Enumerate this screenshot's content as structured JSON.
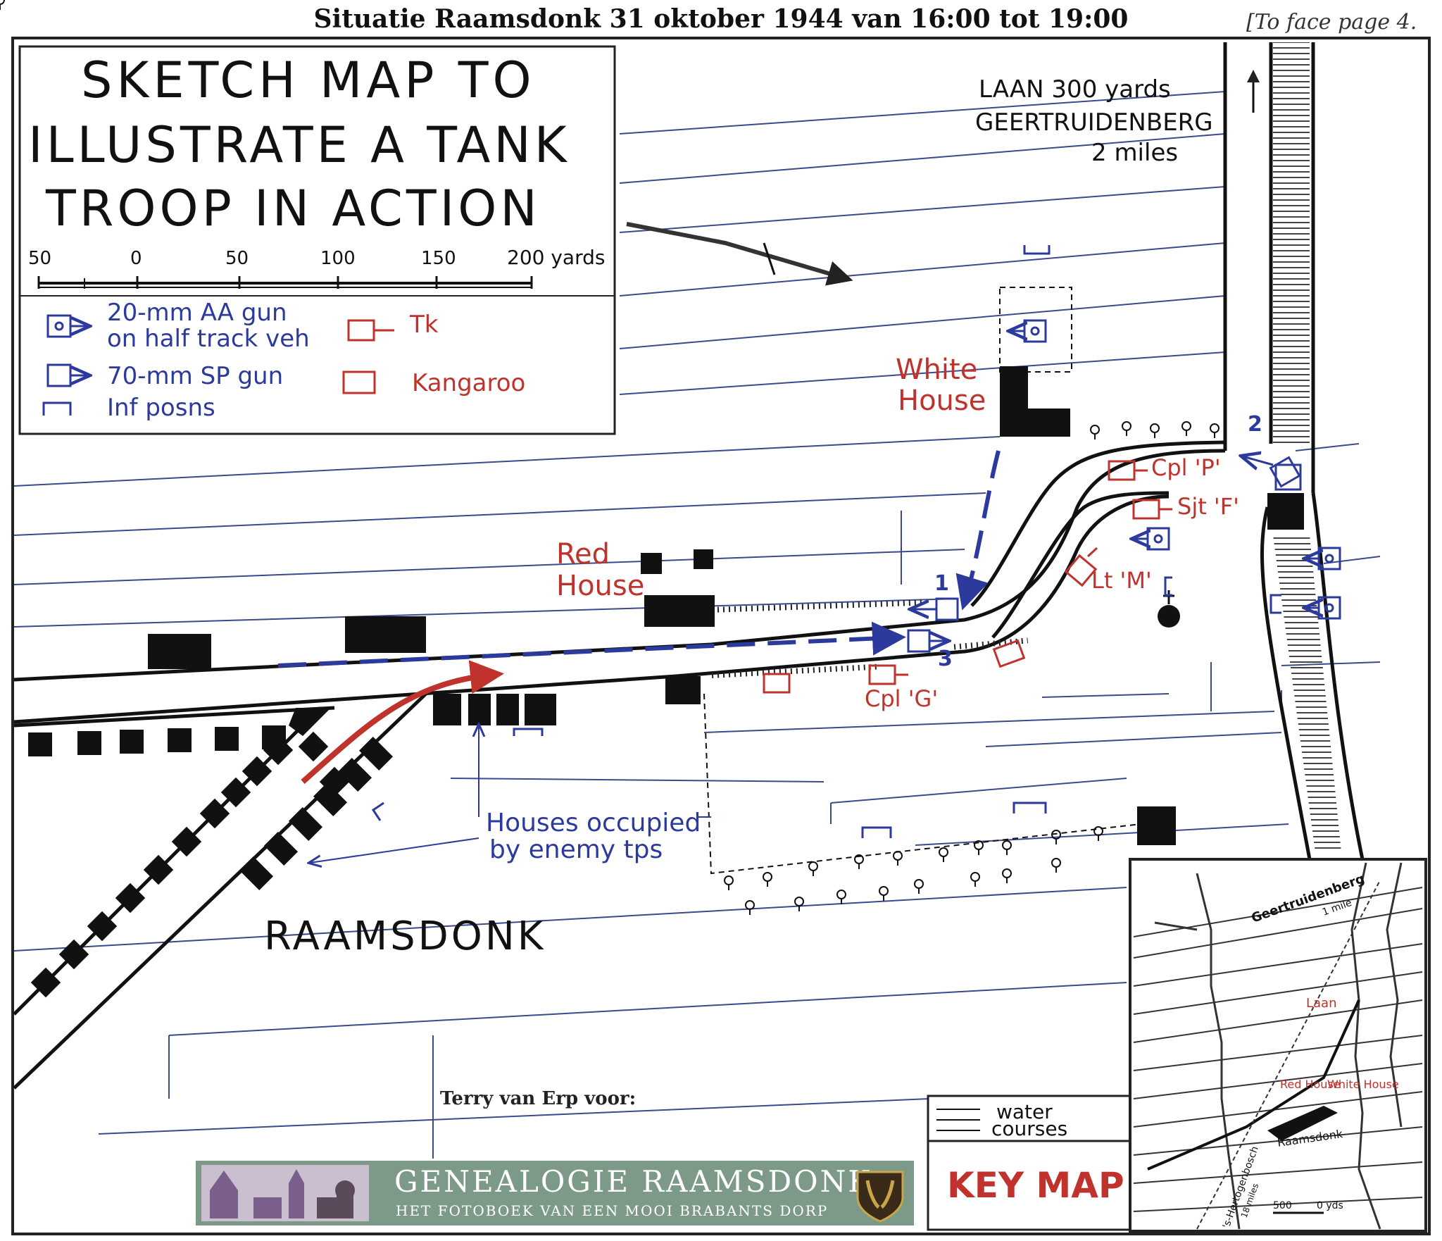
{
  "page": {
    "title": "Situatie Raamsdonk 31 oktober 1944 van 16:00 tot 19:00",
    "corner_note": "[To face page 4."
  },
  "map_title": {
    "line1": "SKETCH MAP TO",
    "line2": "ILLUSTRATE A TANK",
    "line3": "TROOP IN ACTION"
  },
  "scale_bar": {
    "ticks": [
      "50",
      "0",
      "50",
      "100",
      "150",
      "200 yards"
    ]
  },
  "legend": {
    "aa_gun_line1": "20-mm AA gun",
    "aa_gun_line2": "on half track veh",
    "sp_gun": "70-mm SP gun",
    "inf_posns": "Inf posns",
    "tank": "Tk",
    "kangaroo": "Kangaroo",
    "blue": "#2b3a9c",
    "red": "#c0322c"
  },
  "labels": {
    "laan_line1": "LAAN  300 yards",
    "laan_line2": "GEERTRUIDENBERG",
    "laan_line3": "2 miles",
    "white_house_1": "White",
    "white_house_2": "House",
    "red_house_1": "Red",
    "red_house_2": "House",
    "cpl_p": "Cpl 'P'",
    "sjt_f": "Sjt 'F'",
    "lt_m": "Lt 'M'",
    "cpl_g": "Cpl 'G'",
    "num1": "1",
    "num2": "2",
    "num3": "3",
    "houses_line1": "Houses occupied",
    "houses_line2": "by enemy tps",
    "raamsdonk": "RAAMSDONK",
    "credit": "Terry van Erp voor:"
  },
  "key_map": {
    "water_line1": "water",
    "water_line2": "courses",
    "title": "KEY MAP",
    "geertruidenberg": "Geertruidenberg",
    "geertruidenberg_dist": "1 mile",
    "laan": "Laan",
    "red_house": "Red House",
    "white_house": "White House",
    "raamsdonk": "Raamsdonk",
    "hertogenbosch": "'s-Hertogenbosch",
    "hertogenbosch_dist": "18 miles",
    "scale": "500",
    "scale_end": "0 yds"
  },
  "banner": {
    "title": "GENEALOGIE RAAMSDONK",
    "subtitle": "HET FOTOBOEK VAN EEN MOOI BRABANTS DORP",
    "bg": "#7d9a88"
  }
}
